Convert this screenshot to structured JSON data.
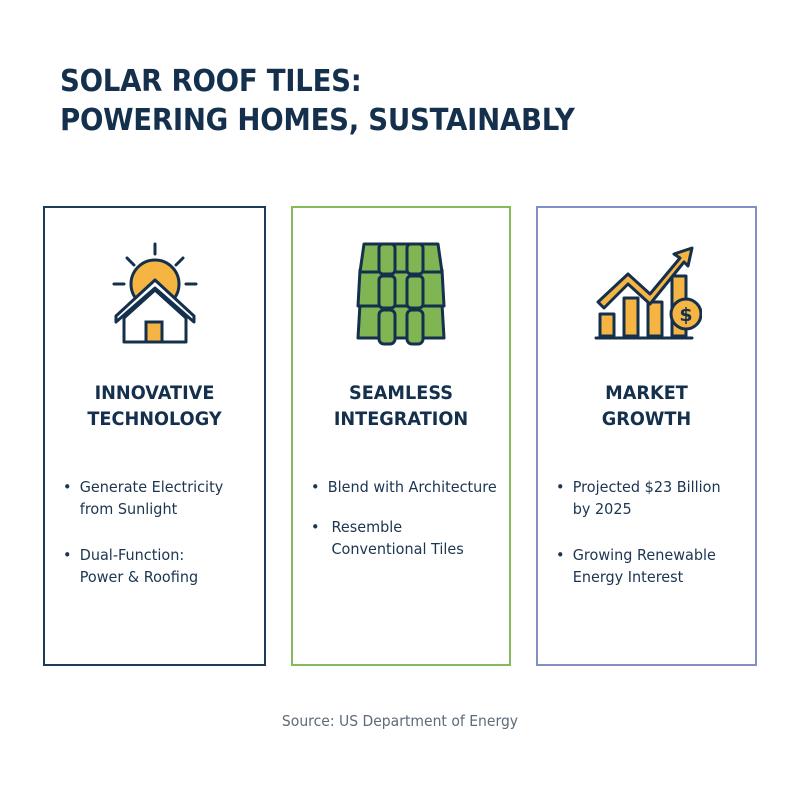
{
  "title": {
    "line1": "SOLAR ROOF TILES:",
    "line2": "POWERING HOMES, SUSTAINABLY"
  },
  "cards": [
    {
      "icon": "sun-house-icon",
      "title_line1": "INNOVATIVE",
      "title_line2": "TECHNOLOGY",
      "border_color": "#1d3a58",
      "bullets": [
        {
          "line1": "Generate Electricity",
          "line2": "from Sunlight"
        },
        {
          "line1": "Dual-Function:",
          "line2": "Power & Roofing"
        }
      ]
    },
    {
      "icon": "roof-tiles-icon",
      "title_line1": "SEAMLESS",
      "title_line2": "INTEGRATION",
      "border_color": "#86bb5a",
      "bullets": [
        {
          "line1": "Blend with Architecture",
          "line2": ""
        },
        {
          "line1": "Resemble",
          "line2": "Conventional Tiles"
        }
      ]
    },
    {
      "icon": "growth-chart-dollar-icon",
      "title_line1": "MARKET",
      "title_line2": "GROWTH",
      "border_color": "#7f90c9",
      "bullets": [
        {
          "line1": "Projected $23 Billion",
          "line2": "by 2025"
        },
        {
          "line1": "Growing Renewable",
          "line2": "Energy Interest"
        }
      ]
    }
  ],
  "source": "Source: US Department of Energy",
  "colors": {
    "navy": "#14304d",
    "sun_orange": "#f6b443",
    "tile_green": "#7fb552"
  }
}
